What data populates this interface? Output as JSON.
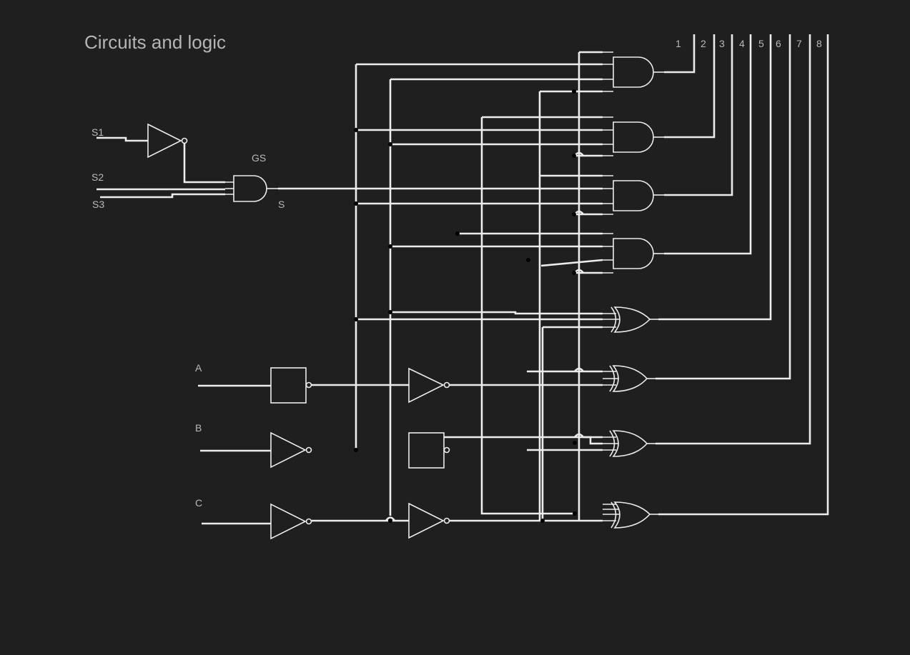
{
  "title": "Circuits and logic",
  "labels": {
    "s1": "S1",
    "s2": "S2",
    "s3": "S3",
    "gs": "GS",
    "s": "S",
    "a": "A",
    "b": "B",
    "c": "C"
  },
  "outputs": [
    "1",
    "2",
    "3",
    "4",
    "5",
    "6",
    "7",
    "8"
  ]
}
